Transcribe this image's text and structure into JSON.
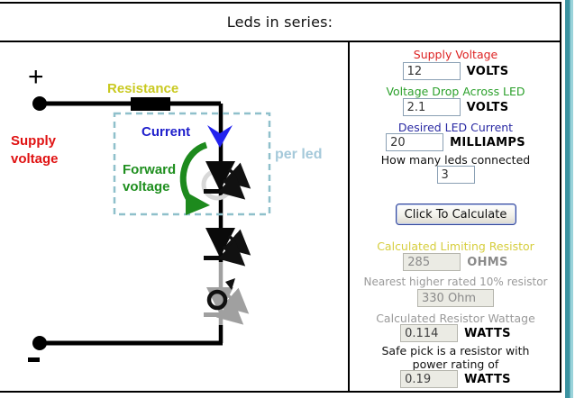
{
  "title": "Leds in series:",
  "diagram": {
    "plus_label": "+",
    "minus_label": "-",
    "resistance_label": "Resistance",
    "supply_voltage_label": "Supply\nvoltage",
    "current_label": "Current",
    "forward_voltage_label": "Forward\nvoltage",
    "per_led_label": "per led",
    "led_count_shown": 3
  },
  "form": {
    "supply_voltage": {
      "label": "Supply Voltage",
      "value": "12",
      "unit": "VOLTS"
    },
    "led_drop": {
      "label": "Voltage Drop Across LED",
      "value": "2.1",
      "unit": "VOLTS"
    },
    "led_current": {
      "label": "Desired LED Current",
      "value": "20",
      "unit": "MILLIAMPS"
    },
    "led_count": {
      "label": "How many leds connected",
      "value": "3"
    },
    "calculate_button_label": "Click To Calculate",
    "limiting_resistor": {
      "label": "Calculated Limiting Resistor",
      "value": "285",
      "unit": "OHMS"
    },
    "nearest_resistor": {
      "label": "Nearest higher rated 10% resistor",
      "value": "330 Ohm"
    },
    "resistor_wattage": {
      "label": "Calculated Resistor Wattage",
      "value": "0.114",
      "unit": "WATTS"
    },
    "safe_pick": {
      "label_line1": "Safe pick is a resistor with",
      "label_line2": "power rating of",
      "value": "0.19",
      "unit": "WATTS"
    }
  },
  "colors": {
    "red_label": "#dd2222",
    "green_label": "#2ba02b",
    "navy_label": "#2929a3",
    "yellow_label": "#d6ce3e",
    "gray_label": "#9a9a9a",
    "resistance_yellow": "#c9c920",
    "per_led_blue": "#a5c9da",
    "dashed_box": "#8fc0cb",
    "blue_arrow": "#2222ee",
    "green_arrow": "#1d8a1d",
    "wire": "#000000",
    "faded_gray": "#a0a0a0",
    "edge_teal_dark": "#3b92a0",
    "edge_teal_light": "#9ad3da"
  }
}
